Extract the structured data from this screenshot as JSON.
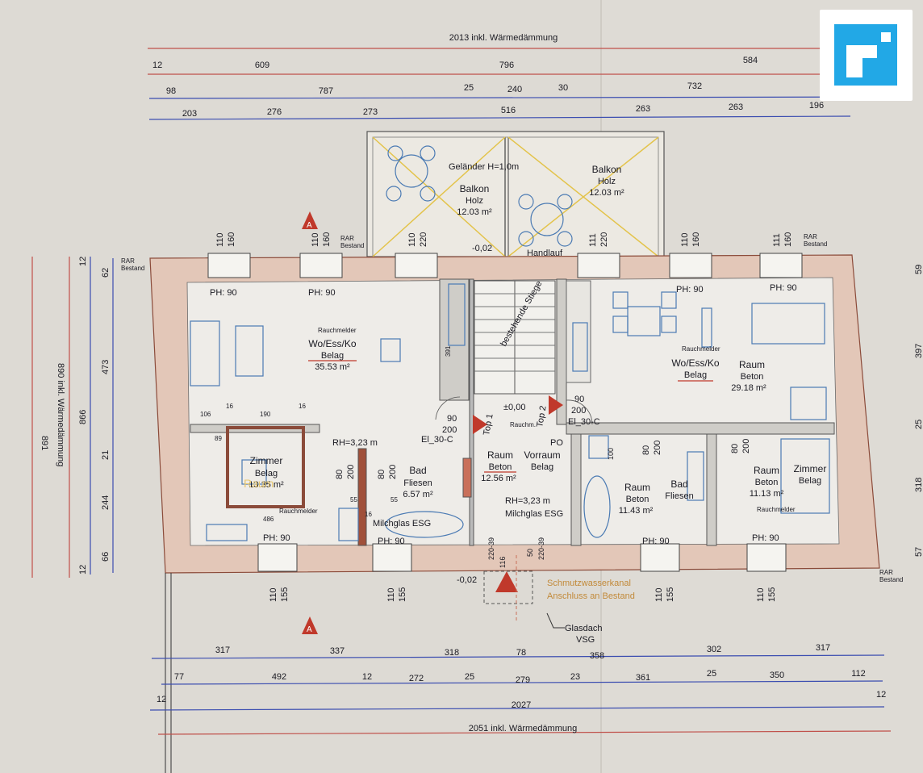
{
  "plan": {
    "total_top_label": "2013 inkl. Wärmedämmung",
    "total_bottom_label": "2051 inkl. Wärmedämmung",
    "left_total_1": "891",
    "left_total_2": "890 inkl. Wärmedämmung",
    "inner_width_label": "2027",
    "top_row1": [
      "12",
      "609",
      "796",
      "584"
    ],
    "top_row2": [
      "98",
      "787",
      "25",
      "240",
      "30",
      "732"
    ],
    "top_row3": [
      "203",
      "276",
      "273",
      "516",
      "263",
      "263",
      "196"
    ],
    "bottom_row1": [
      "317",
      "337",
      "318",
      "78",
      "358",
      "302",
      "317"
    ],
    "bottom_row2": [
      "77",
      "492",
      "12",
      "272",
      "25",
      "279",
      "23",
      "361",
      "25",
      "350",
      "112"
    ],
    "bottom_row3": [
      "12",
      "12"
    ],
    "left_dims_a": [
      "12",
      "866",
      "12"
    ],
    "left_dims_b": [
      "62",
      "473",
      "21",
      "244",
      "66"
    ],
    "right_dims": [
      "59",
      "397",
      "25",
      "318",
      "57"
    ],
    "window_top": [
      [
        "110",
        "160"
      ],
      [
        "110",
        "160"
      ],
      [
        "110",
        "220"
      ],
      [
        "111",
        "220"
      ],
      [
        "110",
        "160"
      ],
      [
        "111",
        "160"
      ]
    ],
    "window_bottom": [
      [
        "110",
        "155"
      ],
      [
        "110",
        "155"
      ],
      [
        "110",
        "155"
      ],
      [
        "110",
        "155"
      ]
    ],
    "rar_labels": [
      "RAR",
      "Bestand"
    ],
    "balcony_left": {
      "name": "Balkon",
      "type": "Holz",
      "area": "12.03 m²"
    },
    "balcony_right": {
      "name": "Balkon",
      "type": "Holz",
      "area": "12.03 m²"
    },
    "railing": "Geländer H=1,0m",
    "handrail": "Handlauf",
    "level_top": "-0,02",
    "level_bottom": "-0,02",
    "level_zero": "±0,00",
    "ph_label": "PH: 90",
    "smoke": "Rauchmelder",
    "smoke_short": "Rauchm.",
    "wohn_left": {
      "name": "Wo/Ess/Ko",
      "type": "Belag",
      "area": "35.53 m²"
    },
    "wohn_right": {
      "name": "Wo/Ess/Ko",
      "type": "Belag",
      "room": "Raum",
      "room_type": "Beton",
      "area": "29.18 m²"
    },
    "zimmer_left": {
      "name": "Zimmer",
      "type": "Belag",
      "area": "13.35 m²"
    },
    "bad_left": {
      "name": "Bad",
      "type": "Fliesen",
      "area": "6.57 m²"
    },
    "vorraum": {
      "room": "Raum",
      "name": "Vorraum",
      "room_type": "Beton",
      "type": "Belag",
      "area": "12.56 m²"
    },
    "bad_right": {
      "room": "Raum",
      "room_type": "Beton",
      "name": "Bad",
      "type": "Fliesen",
      "area": "11.43 m²"
    },
    "zimmer_right": {
      "room": "Raum",
      "room_type": "Beton",
      "name": "Zimmer",
      "type": "Belag",
      "area": "11.13 m²"
    },
    "rh_label": "RH=3,23 m",
    "milchglas": "Milchglas ESG",
    "el_label": "El_30-C",
    "top1": "Top 1",
    "top2": "Top 2",
    "po_label": "PO",
    "door_80_200": [
      "80",
      "200"
    ],
    "door_90_200": [
      "90",
      "200"
    ],
    "stair_label": "bestehende Stiege",
    "kanal_1": "Schmutzwasserkanal",
    "kanal_2": "Anschluss an Bestand",
    "glasdach_1": "Glasdach",
    "glasdach_2": "VSG",
    "interior_dims": [
      "106",
      "16",
      "190",
      "16",
      "89",
      "486",
      "55",
      "55",
      "16",
      "100",
      "391"
    ],
    "stair_dims": [
      "116",
      "220-39",
      "50",
      "220-39"
    ],
    "raum_faded": "Raum"
  }
}
